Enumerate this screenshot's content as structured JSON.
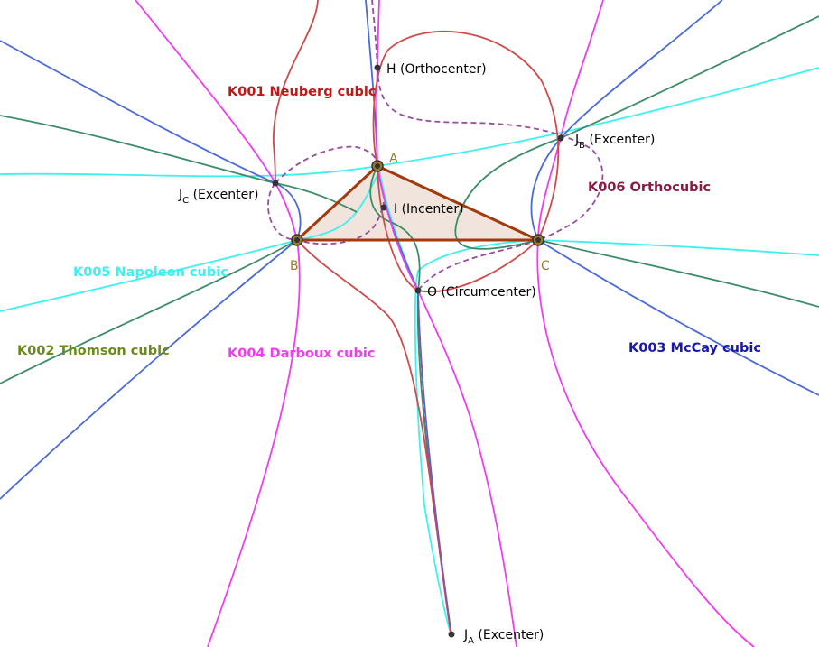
{
  "colors": {
    "neuberg": "#d04a4a",
    "thomson": "#3d8c68",
    "mccay": "#4a6ad6",
    "darboux": "#f03cf0",
    "napoleon": "#3ef0f0",
    "orthocubic": "#9a4aa0",
    "triangle_edge": "#a33a0e",
    "triangle_fill": "#f1e4dc"
  },
  "vertices": {
    "A": "A",
    "B": "B",
    "C": "C"
  },
  "points": {
    "H": "H (Orthocenter)",
    "I": "I (Incenter)",
    "O": "O (Circumcenter)",
    "JA_main": "J",
    "JA_sub": "A",
    "JA_rest": " (Excenter)",
    "JB_main": "J",
    "JB_sub": "B",
    "JB_rest": " (Excenter)",
    "JC_main": "J",
    "JC_sub": "C",
    "JC_rest": " (Excenter)"
  },
  "curves": {
    "k001": "K001 Neuberg cubic",
    "k002": "K002 Thomson cubic",
    "k003": "K003 McCay cubic",
    "k004": "K004 Darboux cubic",
    "k005": "K005 Napoleon cubic",
    "k006": "K006 Orthocubic"
  }
}
